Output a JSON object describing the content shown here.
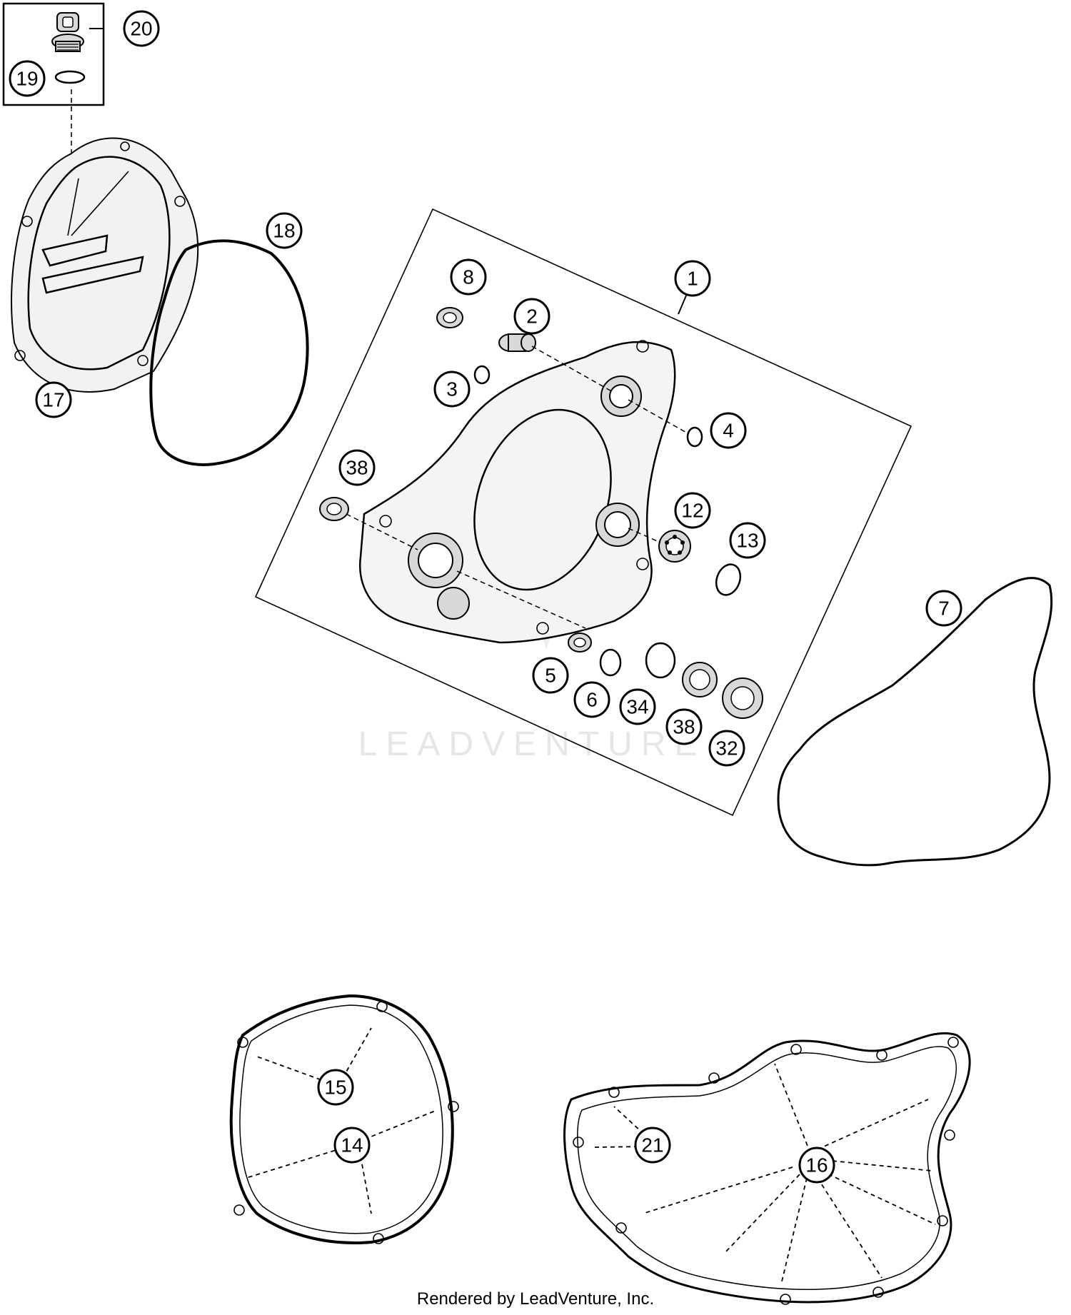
{
  "watermark": "LEADVENTURE",
  "credit": "Rendered by LeadVenture, Inc.",
  "callouts": [
    {
      "id": "c20",
      "label": "20"
    },
    {
      "id": "c19",
      "label": "19"
    },
    {
      "id": "c17",
      "label": "17"
    },
    {
      "id": "c18",
      "label": "18"
    },
    {
      "id": "c8",
      "label": "8"
    },
    {
      "id": "c1",
      "label": "1"
    },
    {
      "id": "c2",
      "label": "2"
    },
    {
      "id": "c3",
      "label": "3"
    },
    {
      "id": "c4",
      "label": "4"
    },
    {
      "id": "c38a",
      "label": "38"
    },
    {
      "id": "c12",
      "label": "12"
    },
    {
      "id": "c13",
      "label": "13"
    },
    {
      "id": "c7",
      "label": "7"
    },
    {
      "id": "c5",
      "label": "5"
    },
    {
      "id": "c6",
      "label": "6"
    },
    {
      "id": "c34",
      "label": "34"
    },
    {
      "id": "c38b",
      "label": "38"
    },
    {
      "id": "c32",
      "label": "32"
    },
    {
      "id": "c15",
      "label": "15"
    },
    {
      "id": "c14",
      "label": "14"
    },
    {
      "id": "c21",
      "label": "21"
    },
    {
      "id": "c16",
      "label": "16"
    }
  ]
}
